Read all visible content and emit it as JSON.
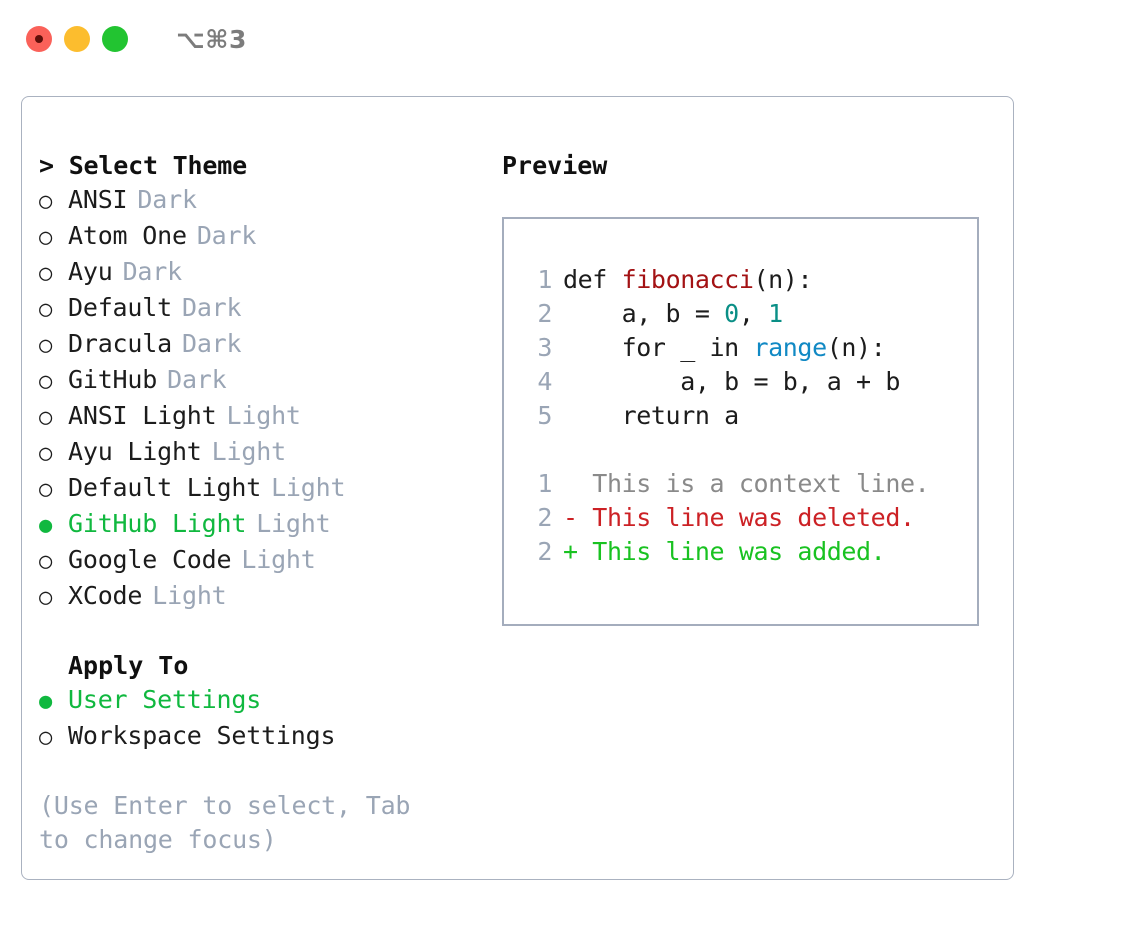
{
  "titlebar": {
    "shortcut": "⌥⌘3",
    "controls": [
      {
        "name": "close",
        "color": "#fa6159"
      },
      {
        "name": "minimize",
        "color": "#fcbd2e"
      },
      {
        "name": "maximize",
        "color": "#22c431"
      }
    ]
  },
  "theme_picker": {
    "heading": "> Select Theme",
    "themes": [
      {
        "bullet": "○",
        "name": "ANSI",
        "kind": "Dark",
        "selected": false
      },
      {
        "bullet": "○",
        "name": "Atom One",
        "kind": "Dark",
        "selected": false
      },
      {
        "bullet": "○",
        "name": "Ayu",
        "kind": "Dark",
        "selected": false
      },
      {
        "bullet": "○",
        "name": "Default",
        "kind": "Dark",
        "selected": false
      },
      {
        "bullet": "○",
        "name": "Dracula",
        "kind": "Dark",
        "selected": false
      },
      {
        "bullet": "○",
        "name": "GitHub",
        "kind": "Dark",
        "selected": false
      },
      {
        "bullet": "○",
        "name": "ANSI Light",
        "kind": "Light",
        "selected": false
      },
      {
        "bullet": "○",
        "name": "Ayu Light",
        "kind": "Light",
        "selected": false
      },
      {
        "bullet": "○",
        "name": "Default Light",
        "kind": "Light",
        "selected": false
      },
      {
        "bullet": "●",
        "name": "GitHub Light",
        "kind": "Light",
        "selected": true
      },
      {
        "bullet": "○",
        "name": "Google Code",
        "kind": "Light",
        "selected": false
      },
      {
        "bullet": "○",
        "name": "XCode",
        "kind": "Light",
        "selected": false
      }
    ]
  },
  "apply_to": {
    "heading": "Apply To",
    "options": [
      {
        "bullet": "●",
        "name": "User Settings",
        "selected": true
      },
      {
        "bullet": "○",
        "name": "Workspace Settings",
        "selected": false
      }
    ]
  },
  "hint": "(Use Enter to select, Tab to change focus)",
  "preview": {
    "title": "Preview",
    "code_lines": [
      {
        "lineno": "1",
        "tokens": [
          {
            "text": "def ",
            "type": "plain"
          },
          {
            "text": "fibonacci",
            "type": "func"
          },
          {
            "text": "(n):",
            "type": "plain"
          }
        ]
      },
      {
        "lineno": "2",
        "tokens": [
          {
            "text": "    a, b = ",
            "type": "plain"
          },
          {
            "text": "0",
            "type": "num"
          },
          {
            "text": ", ",
            "type": "plain"
          },
          {
            "text": "1",
            "type": "num"
          }
        ]
      },
      {
        "lineno": "3",
        "tokens": [
          {
            "text": "    for _ in ",
            "type": "plain"
          },
          {
            "text": "range",
            "type": "call"
          },
          {
            "text": "(n):",
            "type": "plain"
          }
        ]
      },
      {
        "lineno": "4",
        "tokens": [
          {
            "text": "        a, b = b, a + b",
            "type": "plain"
          }
        ]
      },
      {
        "lineno": "5",
        "tokens": [
          {
            "text": "    return a",
            "type": "plain"
          }
        ]
      }
    ],
    "diff_lines": [
      {
        "lineno": "1",
        "marker": " ",
        "text": "  This is a context line.",
        "type": "context"
      },
      {
        "lineno": "2",
        "marker": "-",
        "text": "- This line was deleted.",
        "type": "deleted"
      },
      {
        "lineno": "2",
        "marker": "+",
        "text": "+ This line was added.",
        "type": "added"
      }
    ]
  },
  "colors": {
    "selected_green": "#10b83f",
    "muted_gray": "#9aa5b5",
    "func_red": "#a31214",
    "number_teal": "#0a8f86",
    "call_blue": "#1189c4",
    "diff_deleted": "#cc2125",
    "diff_added": "#19c221",
    "diff_context": "#8a8a8a",
    "border": "#a4adbd"
  }
}
